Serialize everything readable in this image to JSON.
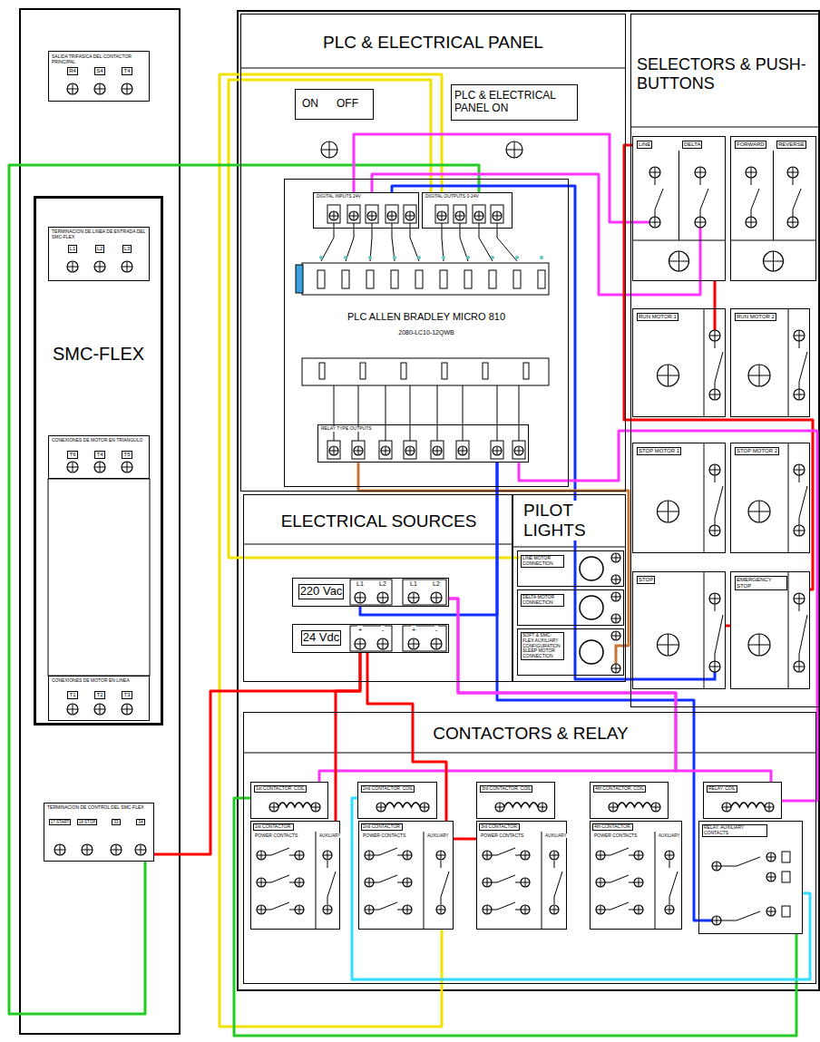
{
  "diagram": {
    "nodes": [
      {
        "text": [
          "SALIDA TRIFASICA DEL CONTACTOR PRINCIPAL"
        ]
      },
      {
        "text": [
          "SMC-FLEX"
        ]
      },
      {
        "text": [
          "TERMINACION DE LINEA DE ENTRADA DEL SMC-FLEX"
        ],
        "in": 1
      },
      {
        "text": [
          "CONEXIONES DE MOTOR EN TRIANGULO"
        ],
        "in": 1
      },
      {
        "text": [
          "CONEXIONES DE MOTOR EN LINEA"
        ],
        "in": 1
      },
      {
        "text": [
          "TERMINACION DE CONTROL DEL SMC-FLEX"
        ]
      },
      {
        "text": [
          "PLC & ELECTRICAL PANEL"
        ]
      },
      {
        "text": [
          "ON",
          "OFF"
        ],
        "in": 6
      },
      {
        "text": [
          "PLC & ELECTRICAL PANEL ON"
        ],
        "in": 6
      },
      {
        "text": [
          "PLC ALLEN BRADLEY MICRO 810",
          "2080-LC10-12QWB"
        ],
        "in": 6
      },
      {
        "text": [
          "DIGITAL INPUTS 24V"
        ],
        "in": 9
      },
      {
        "text": [
          "DIGITAL OUTPUTS 0-24V"
        ],
        "in": 9
      },
      {
        "text": [
          "RELAY TYPE OUTPUTS"
        ],
        "in": 9
      },
      {
        "text": [
          "SELECTORS & PUSH-BUTTONS"
        ]
      },
      {
        "text": [
          "LINE",
          "DELTA"
        ],
        "in": 13
      },
      {
        "text": [
          "FORWARD",
          "REVERSE"
        ],
        "in": 13
      },
      {
        "text": [
          "RUN MOTOR 1"
        ],
        "in": 13
      },
      {
        "text": [
          "RUN MOTOR 2"
        ],
        "in": 13
      },
      {
        "text": [
          "STOP MOTOR 1"
        ],
        "in": 13
      },
      {
        "text": [
          "STOP MOTOR 2"
        ],
        "in": 13
      },
      {
        "text": [
          "STOP"
        ],
        "in": 13
      },
      {
        "text": [
          "EMERGENCY STOP"
        ],
        "in": 13
      },
      {
        "text": [
          "ELECTRICAL SOURCES"
        ]
      },
      {
        "text": [
          "220 Vac"
        ],
        "in": 22
      },
      {
        "text": [
          "24 Vdc"
        ],
        "in": 22
      },
      {
        "text": [
          "PILOT LIGHTS"
        ]
      },
      {
        "text": [
          "LINE MOTOR CONNECTION"
        ],
        "in": 25
      },
      {
        "text": [
          "DELTA MOTOR CONNECTION"
        ],
        "in": 25
      },
      {
        "text": [
          "SOFT & SMC-FLEX AUXILIARY CONFIGURATION SLEEP MOTOR CONNECTION"
        ],
        "in": 25
      },
      {
        "text": [
          "CONTACTORS & RELAY"
        ]
      },
      {
        "text": [
          "1st CONTACTOR, COIL"
        ],
        "in": 29
      },
      {
        "text": [
          "2nd CONTACTOR, COIL"
        ],
        "in": 29
      },
      {
        "text": [
          "3rd CONTACTOR, COIL"
        ],
        "in": 29
      },
      {
        "text": [
          "4th CONTACTOR, COIL"
        ],
        "in": 29
      },
      {
        "text": [
          "RELAY, COIL"
        ],
        "in": 29
      },
      {
        "text": [
          "1st CONTACTOR:",
          "POWER CONTACTS",
          "AUXILIARY"
        ],
        "in": 29
      },
      {
        "text": [
          "2nd CONTACTOR:",
          "POWER CONTACTS",
          "AUXILIARY"
        ],
        "in": 29
      },
      {
        "text": [
          "3rd CONTACTOR:",
          "POWER CONTACTS",
          "AUXILIARY"
        ],
        "in": 29
      },
      {
        "text": [
          "4th CONTACTOR:",
          "POWER CONTACTS",
          "AUXILIARY"
        ],
        "in": 29
      },
      {
        "text": [
          "RELAY: AUXILIARY CONTACTS"
        ],
        "in": 29
      }
    ],
    "edges": [
      {
        "from": 11,
        "to": 36,
        "arrow": "none"
      },
      {
        "from": 11,
        "to": 26,
        "arrow": "none"
      },
      {
        "from": 11,
        "to": 5,
        "arrow": "none"
      },
      {
        "from": 10,
        "to": 14,
        "arrow": "none"
      },
      {
        "from": 10,
        "to": 14,
        "arrow": "none"
      },
      {
        "from": 14,
        "to": 16,
        "arrow": "none"
      },
      {
        "from": 14,
        "to": 21,
        "arrow": "none"
      },
      {
        "from": 10,
        "to": 20,
        "arrow": "none"
      },
      {
        "from": 12,
        "to": 28,
        "arrow": "none"
      },
      {
        "from": 12,
        "to": 39,
        "arrow": "none"
      },
      {
        "from": 23,
        "to": 12,
        "arrow": "none"
      },
      {
        "from": 12,
        "to": 34,
        "arrow": "none"
      },
      {
        "from": 23,
        "to": 30,
        "arrow": "none"
      },
      {
        "from": 23,
        "to": 34,
        "arrow": "none"
      },
      {
        "from": 24,
        "to": 5,
        "arrow": "none"
      },
      {
        "from": 35,
        "to": 24,
        "arrow": "none"
      },
      {
        "from": 36,
        "to": 24,
        "arrow": "none"
      },
      {
        "from": 36,
        "to": 37,
        "arrow": "none"
      },
      {
        "from": 30,
        "to": 39,
        "arrow": "none"
      },
      {
        "from": 31,
        "to": 39,
        "arrow": "none"
      },
      {
        "from": 20,
        "to": 21,
        "arrow": "none"
      }
    ],
    "labels": [
      "R4",
      "S4",
      "T4",
      "L1",
      "L2",
      "L3",
      "T6",
      "T4",
      "T5",
      "T1",
      "T2",
      "T3",
      "17 START",
      "18 STOP",
      "33",
      "34",
      "L1",
      "L2",
      "L1",
      "L2",
      "+",
      "-",
      "+",
      "-"
    ]
  }
}
